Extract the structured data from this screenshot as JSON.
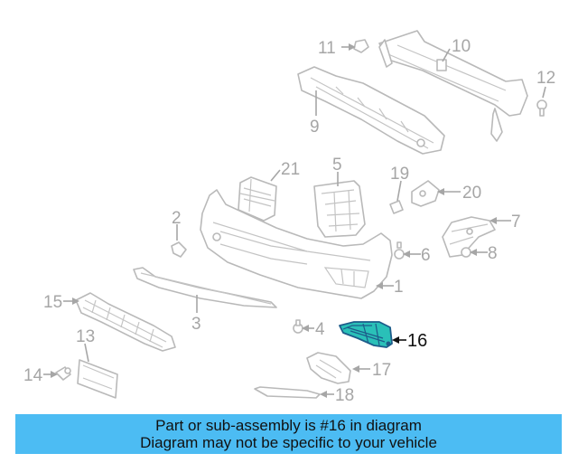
{
  "diagram": {
    "callouts": [
      "1",
      "2",
      "3",
      "4",
      "5",
      "6",
      "7",
      "8",
      "9",
      "10",
      "11",
      "12",
      "13",
      "14",
      "15",
      "16",
      "17",
      "18",
      "19",
      "20",
      "21"
    ],
    "highlighted": "16"
  },
  "banner": {
    "line1": "Part or sub-assembly is #16 in diagram",
    "line2": "Diagram may not be specific to your vehicle",
    "color": "#4cbcf3"
  },
  "colors": {
    "line_art": "#b9b9b9",
    "highlight_fill": "#2ac0b8",
    "highlight_stroke": "#1d5c8a"
  }
}
